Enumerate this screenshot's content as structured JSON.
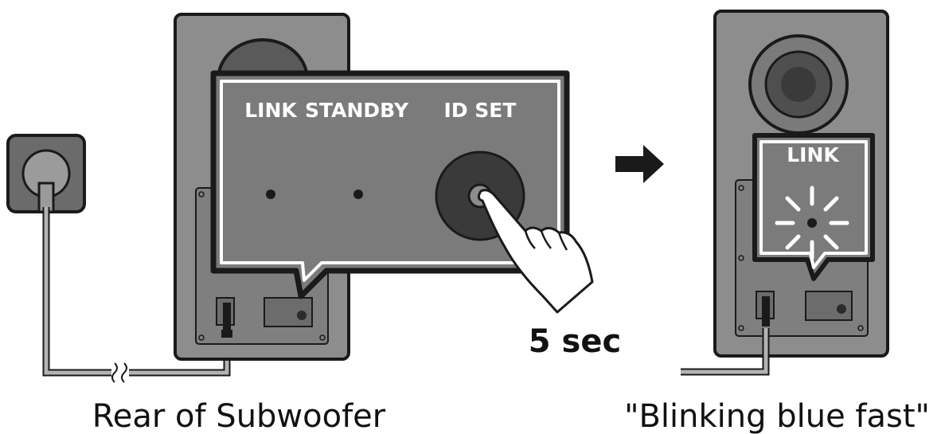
{
  "panel": {
    "link_label": "LINK",
    "standby_label": "STANDBY",
    "id_set_label": "ID SET"
  },
  "duration_label": "5 sec",
  "caption_left": "Rear of Subwoofer",
  "indicator": {
    "link_label": "LINK"
  },
  "caption_right": "\"Blinking blue fast\""
}
